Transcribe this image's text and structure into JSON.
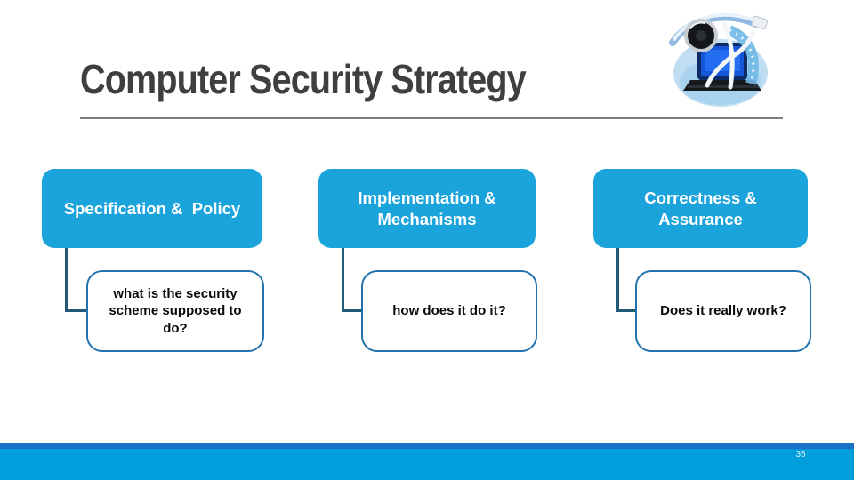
{
  "theme": {
    "header-fill": "#1BA3DB",
    "header-text": "#FFFFFF",
    "child-border": "#2173B0",
    "child-text": "#0A0A0A",
    "connector": "#235A78",
    "title-color": "#3F3F3F",
    "rule-color": "#7F7F7F",
    "footer-stripe": "#1A70C4",
    "footer-band": "#009EDA",
    "page-number-color": "#DCEFFA"
  },
  "slide": {
    "title": "Computer Security Strategy",
    "page_number": "35"
  },
  "diagram": {
    "type": "hierarchy",
    "columns": [
      {
        "header": "Specification &  Policy",
        "child": "what is the security\nscheme supposed to\ndo?"
      },
      {
        "header": "Implementation &\nMechanisms",
        "child": "how does it do it?"
      },
      {
        "header": "Correctness &\nAssurance",
        "child": "Does it really work?"
      }
    ]
  },
  "illustration": {
    "name": "laptop-network-security-clipart"
  }
}
